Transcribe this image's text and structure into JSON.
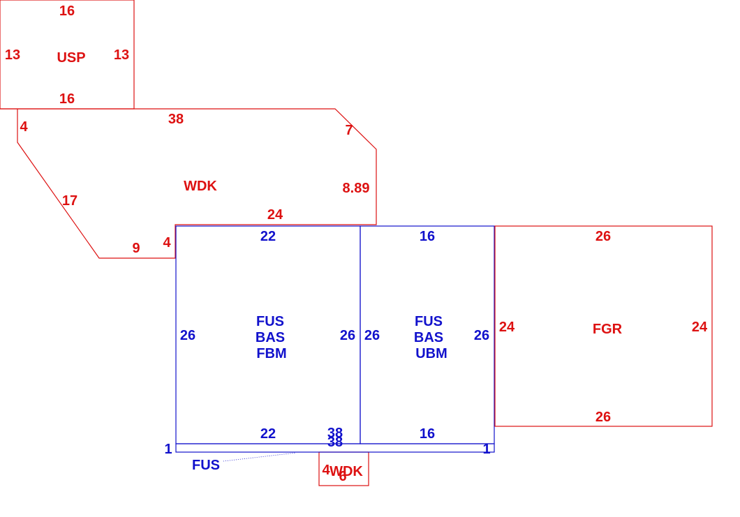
{
  "colors": {
    "red": "#dd1111",
    "blue": "#1111cc"
  },
  "areas": {
    "usp": {
      "name": "USP",
      "dims": {
        "top": "16",
        "bottom": "16",
        "left": "13",
        "right": "13"
      }
    },
    "wdk_main": {
      "name": "WDK",
      "dims": {
        "top": "38",
        "corner_top_right": "7",
        "right": "8.89",
        "bottom": "24",
        "left_top": "4",
        "diagonal": "17",
        "bottom_left": "9",
        "inner_step": "4"
      }
    },
    "fbm_room": {
      "lines": [
        "FUS",
        "BAS",
        "FBM"
      ],
      "dims": {
        "top": "22",
        "bottom": "22",
        "left": "26",
        "right": "26"
      }
    },
    "ubm_room": {
      "lines": [
        "FUS",
        "BAS",
        "UBM"
      ],
      "dims": {
        "top": "16",
        "bottom": "16",
        "left": "26",
        "right": "26"
      }
    },
    "fgr": {
      "name": "FGR",
      "dims": {
        "top": "26",
        "bottom": "26",
        "left": "24",
        "right": "24"
      }
    },
    "fus_strip": {
      "name": "FUS",
      "dims": {
        "top": "38",
        "bottom": "38",
        "left": "1",
        "right": "1"
      }
    },
    "wdk_small": {
      "name": "WDK",
      "dims": {
        "left": "4",
        "bottom": "6"
      }
    }
  }
}
